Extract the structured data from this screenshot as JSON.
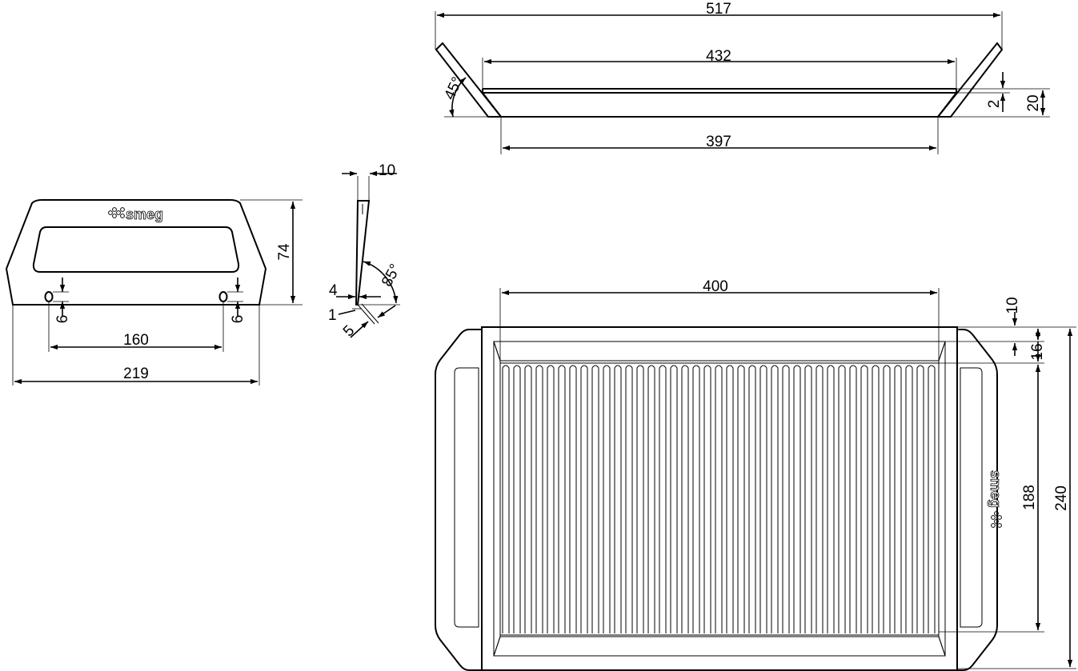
{
  "handle_view": {
    "brand": "smeg",
    "dim_height": "74",
    "dim_hole_left": "6",
    "dim_hole_right": "6",
    "dim_hole_spacing": "160",
    "dim_width": "219"
  },
  "profile_view": {
    "dim_top": "10",
    "dim_angle": "85°",
    "dim_4": "4",
    "dim_1": "1",
    "dim_5": "5"
  },
  "side_view": {
    "dim_overall": "517",
    "dim_inner_top": "432",
    "dim_bottom": "397",
    "dim_angle": "45°",
    "dim_rim": "2",
    "dim_height": "20"
  },
  "top_view": {
    "brand": "smeg",
    "dim_grill_width": "400",
    "dim_edge": "10",
    "dim_margin": "16",
    "dim_grill_height": "188",
    "dim_overall_height": "240"
  },
  "style": {
    "line_color": "#000000",
    "background": "#ffffff"
  }
}
